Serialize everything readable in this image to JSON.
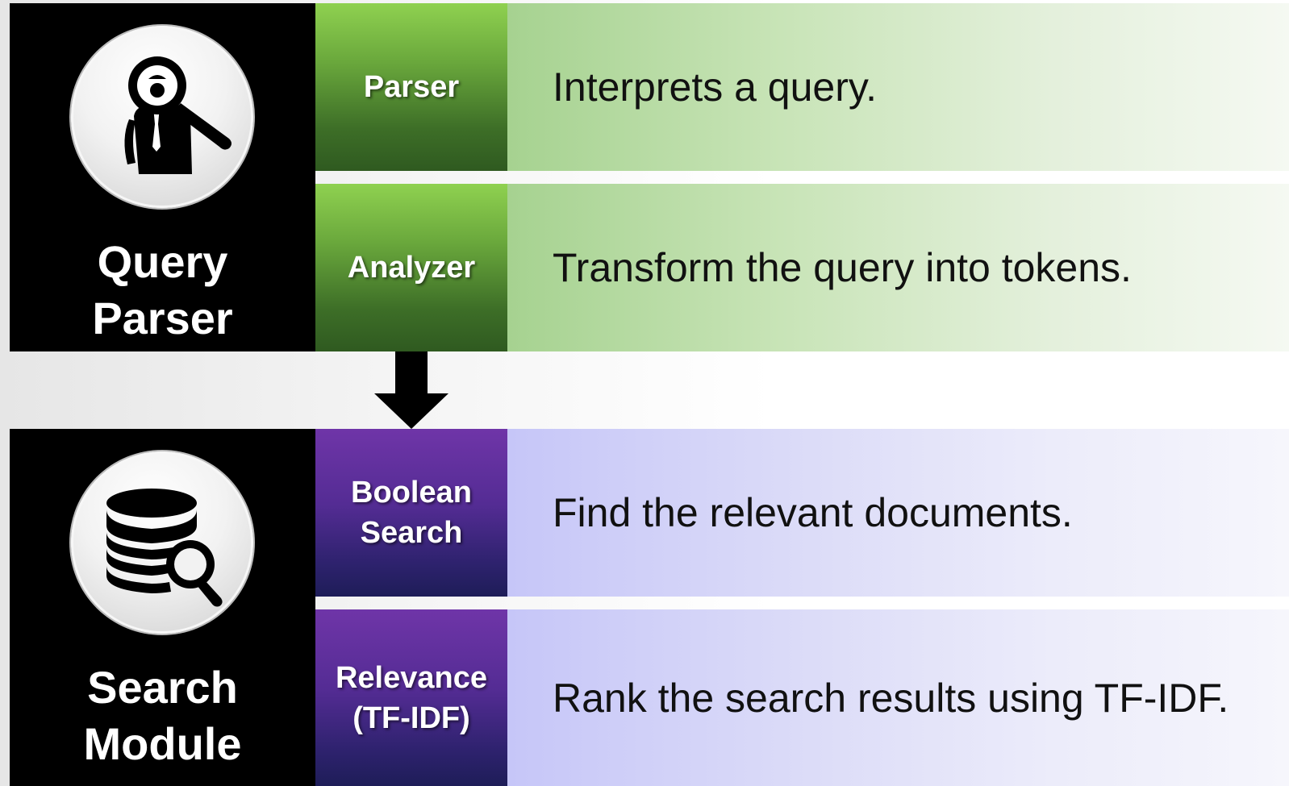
{
  "sections": [
    {
      "module": {
        "title_line1": "Query",
        "title_line2": "Parser",
        "icon": "magnifier-person-icon"
      },
      "rows": [
        {
          "label": "Parser",
          "description": "Interprets a query."
        },
        {
          "label": "Analyzer",
          "description": "Transform the query into tokens."
        }
      ],
      "color": "#6aa83c"
    },
    {
      "module": {
        "title_line1": "Search",
        "title_line2": "Module",
        "icon": "database-search-icon"
      },
      "rows": [
        {
          "label_line1": "Boolean",
          "label_line2": "Search",
          "description": "Find the relevant documents."
        },
        {
          "label_line1": "Relevance",
          "label_line2": "(TF-IDF)",
          "description": "Rank the search results using TF-IDF."
        }
      ],
      "color": "#542c94"
    }
  ],
  "connector": {
    "icon": "down-arrow-icon"
  }
}
